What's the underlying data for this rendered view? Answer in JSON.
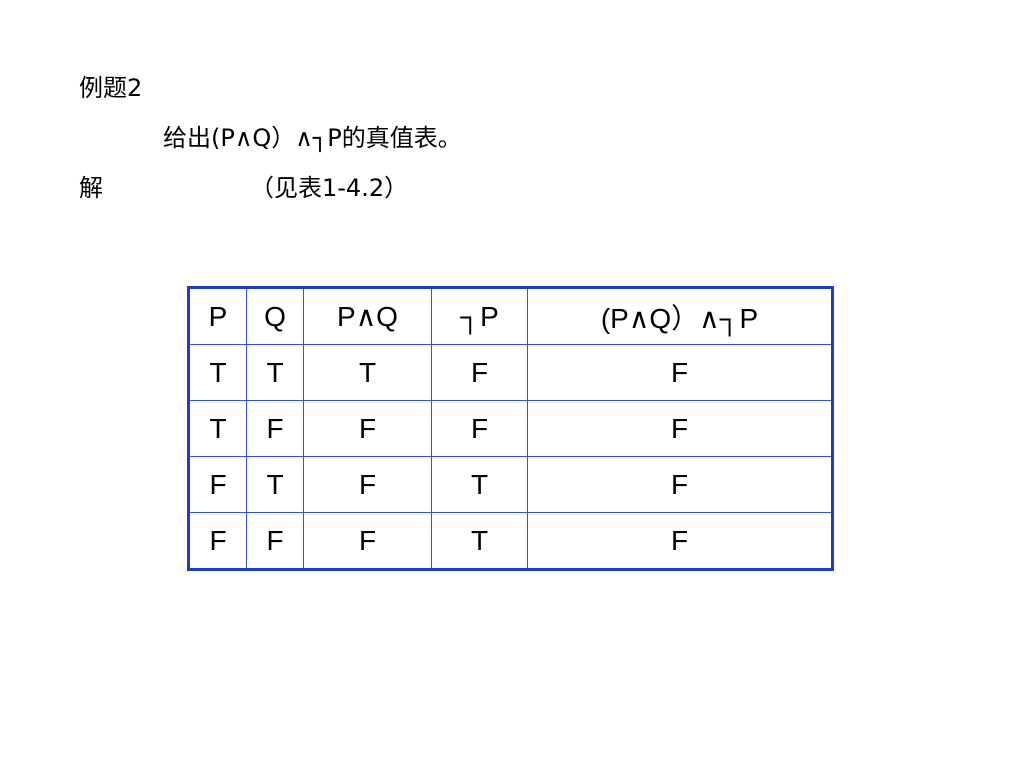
{
  "slide": {
    "title": "例题2",
    "question": "给出(P∧Q）∧┐P的真值表。",
    "answer_label": "解",
    "answer_ref": "（见表1-4.2）"
  },
  "table": {
    "headers": [
      "P",
      "Q",
      "P∧Q",
      "┐P",
      "(P∧Q）∧┐P"
    ],
    "rows": [
      [
        "T",
        "T",
        "T",
        "F",
        "F"
      ],
      [
        "T",
        "F",
        "F",
        "F",
        "F"
      ],
      [
        "F",
        "T",
        "F",
        "T",
        "F"
      ],
      [
        "F",
        "F",
        "F",
        "T",
        "F"
      ]
    ]
  },
  "colors": {
    "table_border": "#1f3fbf",
    "text": "#000000",
    "background": "#ffffff"
  }
}
